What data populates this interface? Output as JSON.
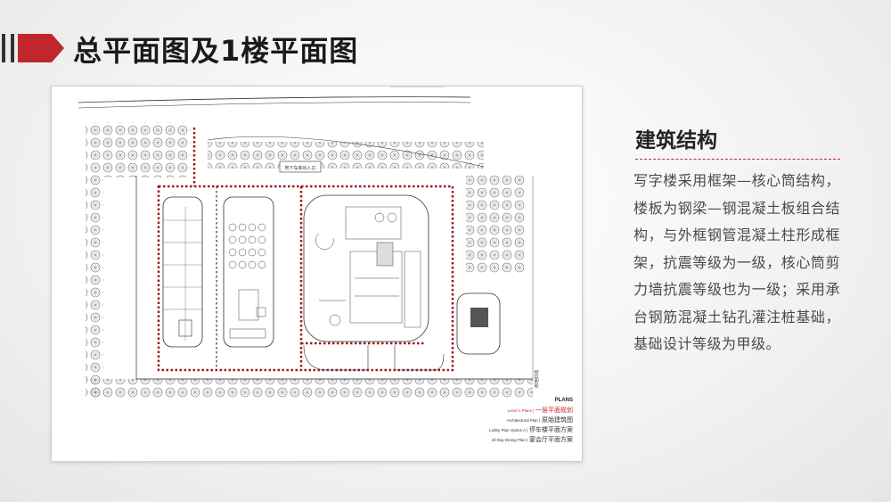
{
  "header": {
    "title": "总平面图及1楼平面图",
    "accent_color": "#c0272d"
  },
  "plan": {
    "entrance_label": "地下车库出入口",
    "legend": {
      "heading": "PLANS",
      "items": [
        {
          "en": "Level 1 Plans |",
          "zh": "一层平面规划"
        },
        {
          "en": "Architectural Plan |",
          "zh": "原始建筑图"
        },
        {
          "en": "Lobby Plan Option A |",
          "zh": "停车楼平面方案"
        },
        {
          "en": "All Day Dining Plan |",
          "zh": "宴会厅平面方案"
        }
      ]
    },
    "side_label": "用地红线"
  },
  "content": {
    "section_title": "建筑结构",
    "body": "写字楼采用框架—核心筒结构，楼板为钢梁—钢混凝土板组合结构，与外框钢管混凝土柱形成框架，抗震等级为一级，核心筒剪力墙抗震等级也为一级；采用承台钢筋混凝土钻孔灌注桩基础，基础设计等级为甲级。"
  }
}
